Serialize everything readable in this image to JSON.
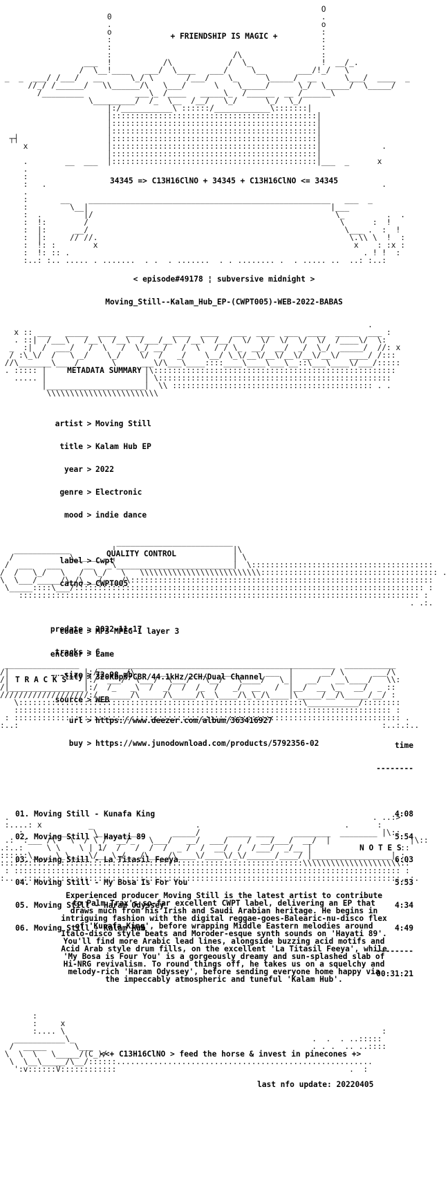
{
  "header": {
    "tagline": "+ FRIENDSHIP IS MAGIC +",
    "formula": "34345 => C13H16ClNO + 34345 + C13H16ClNO <= 34345",
    "episode": "< episode#49178 ¦ subversive midnight >",
    "release": "Moving_Still--Kalam_Hub_EP-(CWPT005)-WEB-2022-BABAS"
  },
  "sections": {
    "metadata": "METADATA SUMMARY",
    "quality": "QUALITY CONTROL",
    "tracks": "T R A C K S",
    "notes": "N O T E S"
  },
  "metadata": {
    "artist_k": "artist",
    "artist": "Moving Still",
    "title_k": "title",
    "title": "Kalam Hub EP",
    "year_k": "year",
    "year": "2022",
    "genre_k": "genre",
    "genre": "Electronic",
    "mood_k": "mood",
    "mood": "indie dance",
    "label_k": "label",
    "label": "Cwpt",
    "catno_k": "catno",
    "catno": "CWPT005",
    "predate_k": "predate",
    "predate": "2022-11-17",
    "tracks_k": "tracks",
    "tracks": "6",
    "size_k": "size",
    "size": "72.98 mb",
    "url_k": "url",
    "url": "https://www.deezer.com/album/363416927",
    "buy_k": "buy",
    "buy": "https://www.junodownload.com/products/5792356-02"
  },
  "quality": {
    "codec_k": "codec",
    "codec": "MP3 MPEG 1 layer 3",
    "encoder_k": "encoder",
    "encoder": "Lame",
    "quality_k": "quality",
    "quality": "320Kbps/CBR/44.1kHz/2CH/Dual Channel",
    "source_k": "source",
    "source": "WEB"
  },
  "tracklist": {
    "time_header": "time",
    "rule": "--------",
    "items": [
      {
        "label": "01. Moving Still - Kunafa King",
        "time": "4:08"
      },
      {
        "label": "02. Moving Still - Hayati 89",
        "time": "5:54"
      },
      {
        "label": "03. Moving Still - La Titasil Feeya",
        "time": "6:03"
      },
      {
        "label": "04. Moving Still - My Bosa Is For You",
        "time": "5:53"
      },
      {
        "label": "05. Moving Still - Haram Odyssey",
        "time": "4:34"
      },
      {
        "label": "06. Moving Still - Kalam Hub",
        "time": "4:49"
      }
    ],
    "total": "00:31:21"
  },
  "notes_text": "Experienced producer Moving Still is the latest artist to contribute\nto Palm Trax's so-far excellent CWPT label, delivering an EP that\ndraws much from his Irish and Saudi Arabian heritage. He begins in\nintriguing fashion with the digital reggae-goes-Balearic-nu-disco flex\nof 'Kunafa King', before wrapping Middle Eastern melodies around\nItalo-disco style beats and Moroder-esque synth sounds on 'Hayati 89'.\nYou'll find more Arabic lead lines, alongside buzzing acid motifs and\nAcid Arab style drum fills, on the excellent 'La Titasil Feeya', while\n'My Bosa is Four You' is a gorgeously dreamy and sun-splashed slab of\nHi-NRG revivalism. To round things off, he takes us on a squelchy and\nmelody-rich 'Haram Odyssey', before sending everyone home happy via\nthe impeccably atmospheric and tuneful 'Kalam Hub'.",
  "footer": {
    "motto": "<<+ C13H16ClNO > feed the horse & invest in pinecones +>",
    "updated": "last nfo update: 20220405"
  }
}
